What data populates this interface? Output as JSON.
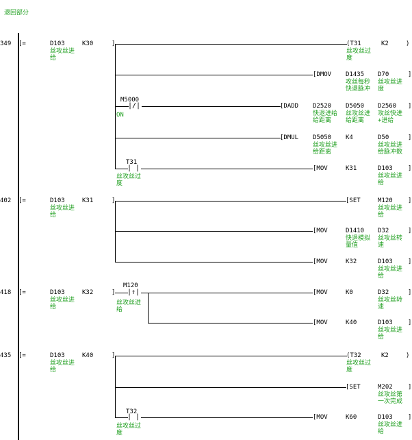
{
  "header": {
    "title": "退回部分"
  },
  "rungs": [
    {
      "step": "349",
      "cmp_op": "[=",
      "cmp_src1": "D103",
      "cmp_src1_comment": "丝攻丝进\n给",
      "cmp_src2": "K30",
      "outputs": [
        {
          "instr": "(T31",
          "a1": "K2",
          "a1c": "",
          "a2": ")",
          "a2c": "",
          "a1_comment": "丝攻丝过\n度"
        },
        {
          "instr": "[DMOV",
          "a1": "D1435",
          "a1_comment": "攻丝每秒\n快退脉冲",
          "a2": "D70",
          "a2_comment": "丝攻丝进\n度"
        },
        {
          "instr": "[DADD",
          "a1": "D2520",
          "a1_comment": "快退进给\n给距离",
          "a2": "D5050",
          "a2_comment": "丝攻丝进\n给距离",
          "a3": "D2560",
          "a3_comment": "攻丝快进\n+进给"
        },
        {
          "instr": "[DMUL",
          "a1": "D5050",
          "a1_comment": "丝攻丝进\n给距离",
          "a2": "K4",
          "a2_comment": "",
          "a3": "D50",
          "a3_comment": "丝攻丝进\n给脉冲数"
        },
        {
          "instr": "[MOV",
          "a1": "K31",
          "a1_comment": "",
          "a2": "D103",
          "a2_comment": "丝攻丝进\n给"
        }
      ],
      "contacts": [
        {
          "label": "M5000",
          "comment": "ON"
        },
        {
          "label": "T31",
          "comment": "丝攻丝过\n度"
        }
      ]
    },
    {
      "step": "402",
      "cmp_op": "[=",
      "cmp_src1": "D103",
      "cmp_src1_comment": "丝攻丝进\n给",
      "cmp_src2": "K31",
      "outputs": [
        {
          "instr": "[SET",
          "a1": "M120",
          "a1_comment": "丝攻丝进\n给"
        },
        {
          "instr": "[MOV",
          "a1": "D1410",
          "a1_comment": "快退模拟\n量值",
          "a2": "D32",
          "a2_comment": "丝攻丝转\n速"
        },
        {
          "instr": "[MOV",
          "a1": "K32",
          "a1_comment": "",
          "a2": "D103",
          "a2_comment": "丝攻丝进\n给"
        }
      ]
    },
    {
      "step": "418",
      "cmp_op": "[=",
      "cmp_src1": "D103",
      "cmp_src1_comment": "丝攻丝进\n给",
      "cmp_src2": "K32",
      "contact": {
        "label": "M120",
        "comment": "丝攻丝进\n给"
      },
      "outputs": [
        {
          "instr": "[MOV",
          "a1": "K0",
          "a1_comment": "",
          "a2": "D32",
          "a2_comment": "丝攻丝转\n速"
        },
        {
          "instr": "[MOV",
          "a1": "K40",
          "a1_comment": "",
          "a2": "D103",
          "a2_comment": "丝攻丝进\n给"
        }
      ]
    },
    {
      "step": "435",
      "cmp_op": "[=",
      "cmp_src1": "D103",
      "cmp_src1_comment": "丝攻丝进\n给",
      "cmp_src2": "K40",
      "outputs": [
        {
          "instr": "(T32",
          "a1": "K2",
          "a2": ")",
          "a1_comment": "丝攻丝过\n度"
        },
        {
          "instr": "[SET",
          "a1": "M202",
          "a1_comment": "丝攻丝第\n一次完成"
        },
        {
          "instr": "[MOV",
          "a1": "K60",
          "a1_comment": "",
          "a2": "D103",
          "a2_comment": "丝攻丝进\n给"
        }
      ],
      "contact": {
        "label": "T32",
        "comment": "丝攻丝过\n度"
      }
    }
  ]
}
